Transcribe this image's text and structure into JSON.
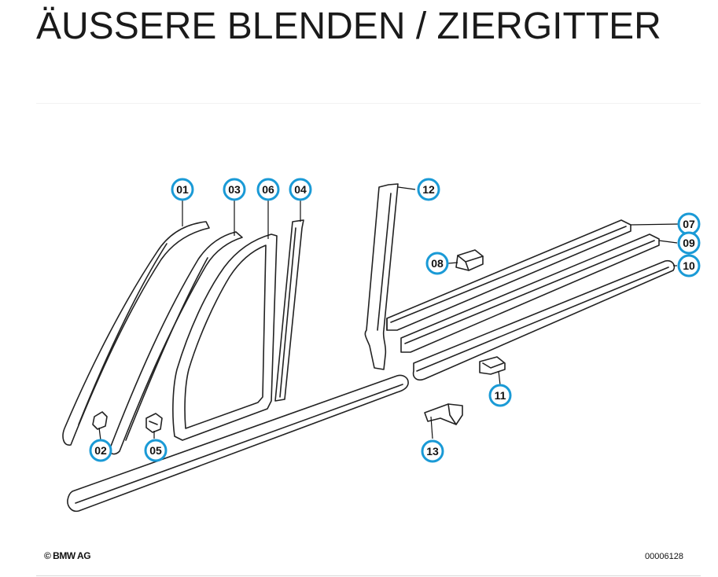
{
  "title": "ÄUSSERE BLENDEN / ZIERGITTER",
  "copyright": "© BMW AG",
  "diagram_id": "00006128",
  "accent_color": "#1a9ad6",
  "parts": [
    {
      "label": "01"
    },
    {
      "label": "02"
    },
    {
      "label": "03"
    },
    {
      "label": "04"
    },
    {
      "label": "05"
    },
    {
      "label": "06"
    },
    {
      "label": "07"
    },
    {
      "label": "08"
    },
    {
      "label": "09"
    },
    {
      "label": "10"
    },
    {
      "label": "11"
    },
    {
      "label": "12"
    },
    {
      "label": "13"
    }
  ]
}
